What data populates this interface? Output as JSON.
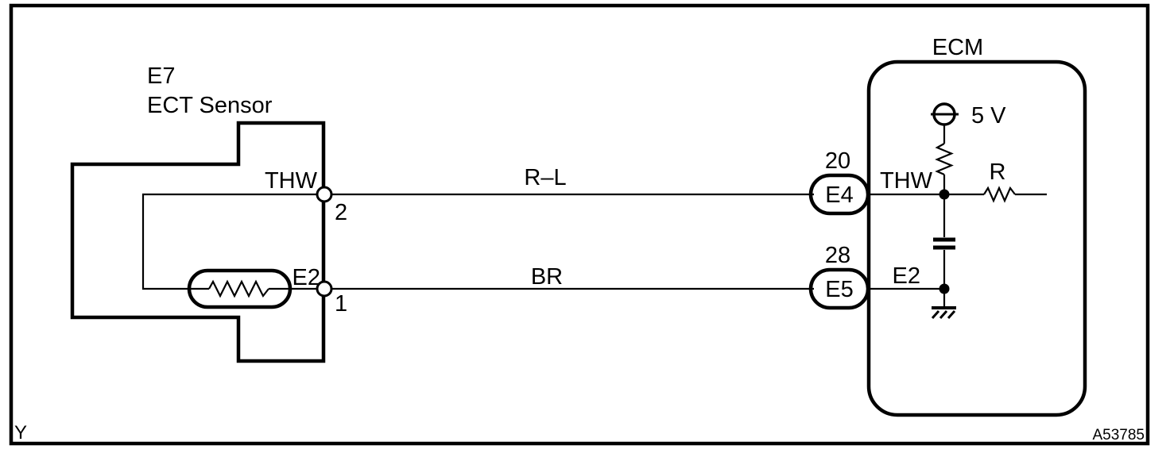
{
  "colors": {
    "line": "#000000",
    "background": "#ffffff"
  },
  "sensor": {
    "id": "E7",
    "name": "ECT Sensor",
    "terminal_thw": {
      "signal": "THW",
      "pin": "2"
    },
    "terminal_e2": {
      "signal": "E2",
      "pin": "1"
    }
  },
  "wires": {
    "thw_color": "R–L",
    "e2_color": "BR"
  },
  "ecm": {
    "title": "ECM",
    "connector_thw": {
      "pin": "20",
      "id": "E4",
      "signal": "THW"
    },
    "connector_e2": {
      "pin": "28",
      "id": "E5",
      "signal": "E2"
    },
    "supply_label": "5 V",
    "resistor_label": "R"
  },
  "footer": {
    "page_code": "Y",
    "drawing_number": "A53785"
  }
}
